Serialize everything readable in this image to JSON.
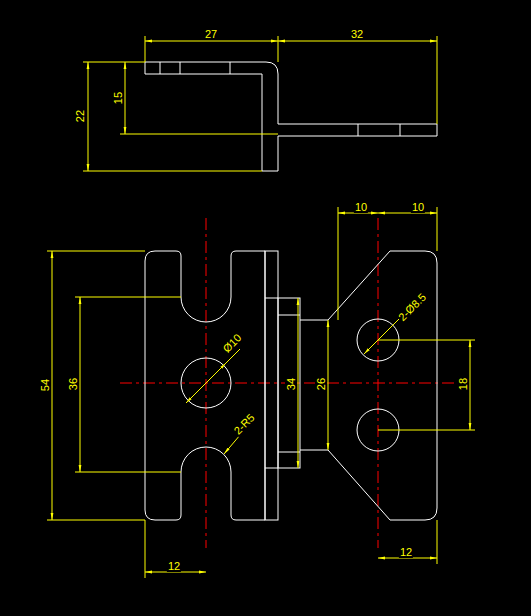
{
  "diagram": {
    "labels": [
      "27",
      "32",
      "22",
      "15",
      "10",
      "10",
      "2-Ø8.5",
      "Ø10",
      "54",
      "36",
      "34",
      "26",
      "18",
      "2-R5",
      "12",
      "12"
    ]
  }
}
